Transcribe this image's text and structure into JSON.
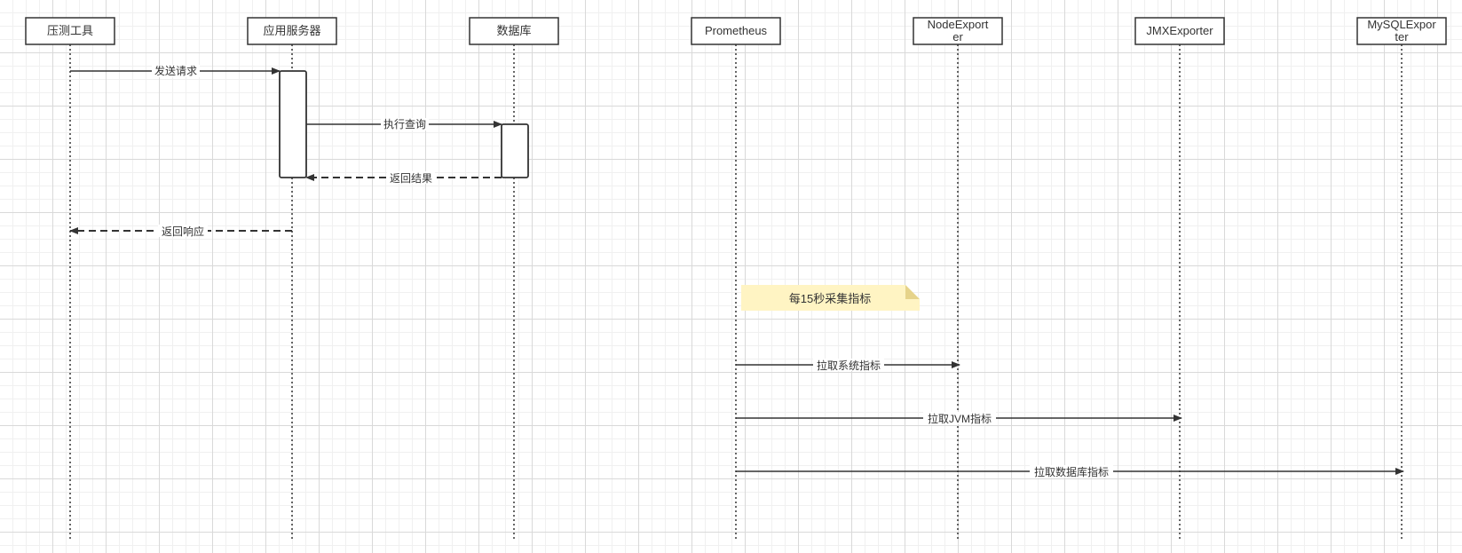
{
  "participants": [
    {
      "id": "p1",
      "lines": [
        "压测工具"
      ]
    },
    {
      "id": "p2",
      "lines": [
        "应用服务器"
      ]
    },
    {
      "id": "p3",
      "lines": [
        "数据库"
      ]
    },
    {
      "id": "p4",
      "lines": [
        "Prometheus"
      ]
    },
    {
      "id": "p5",
      "lines": [
        "NodeExport",
        "er"
      ]
    },
    {
      "id": "p6",
      "lines": [
        "JMXExporter"
      ]
    },
    {
      "id": "p7",
      "lines": [
        "MySQLExpor",
        "ter"
      ]
    }
  ],
  "messages": [
    {
      "id": "m1",
      "label": "发送请求",
      "from": "p1",
      "to": "p2",
      "style": "solid"
    },
    {
      "id": "m2",
      "label": "执行查询",
      "from": "p2",
      "to": "p3",
      "style": "solid"
    },
    {
      "id": "m3",
      "label": "返回结果",
      "from": "p3",
      "to": "p2",
      "style": "dashed"
    },
    {
      "id": "m4",
      "label": "返回响应",
      "from": "p2",
      "to": "p1",
      "style": "dashed"
    },
    {
      "id": "m5",
      "label": "拉取系统指标",
      "from": "p4",
      "to": "p5",
      "style": "solid"
    },
    {
      "id": "m6",
      "label": "拉取JVM指标",
      "from": "p4",
      "to": "p6",
      "style": "solid"
    },
    {
      "id": "m7",
      "label": "拉取数据库指标",
      "from": "p4",
      "to": "p7",
      "style": "solid"
    }
  ],
  "note": {
    "text": "每15秒采集指标",
    "color": "#fff4c3"
  },
  "colors": {
    "line": "#333333",
    "note": "#fff4c3",
    "note_fold": "#e6d38a"
  }
}
